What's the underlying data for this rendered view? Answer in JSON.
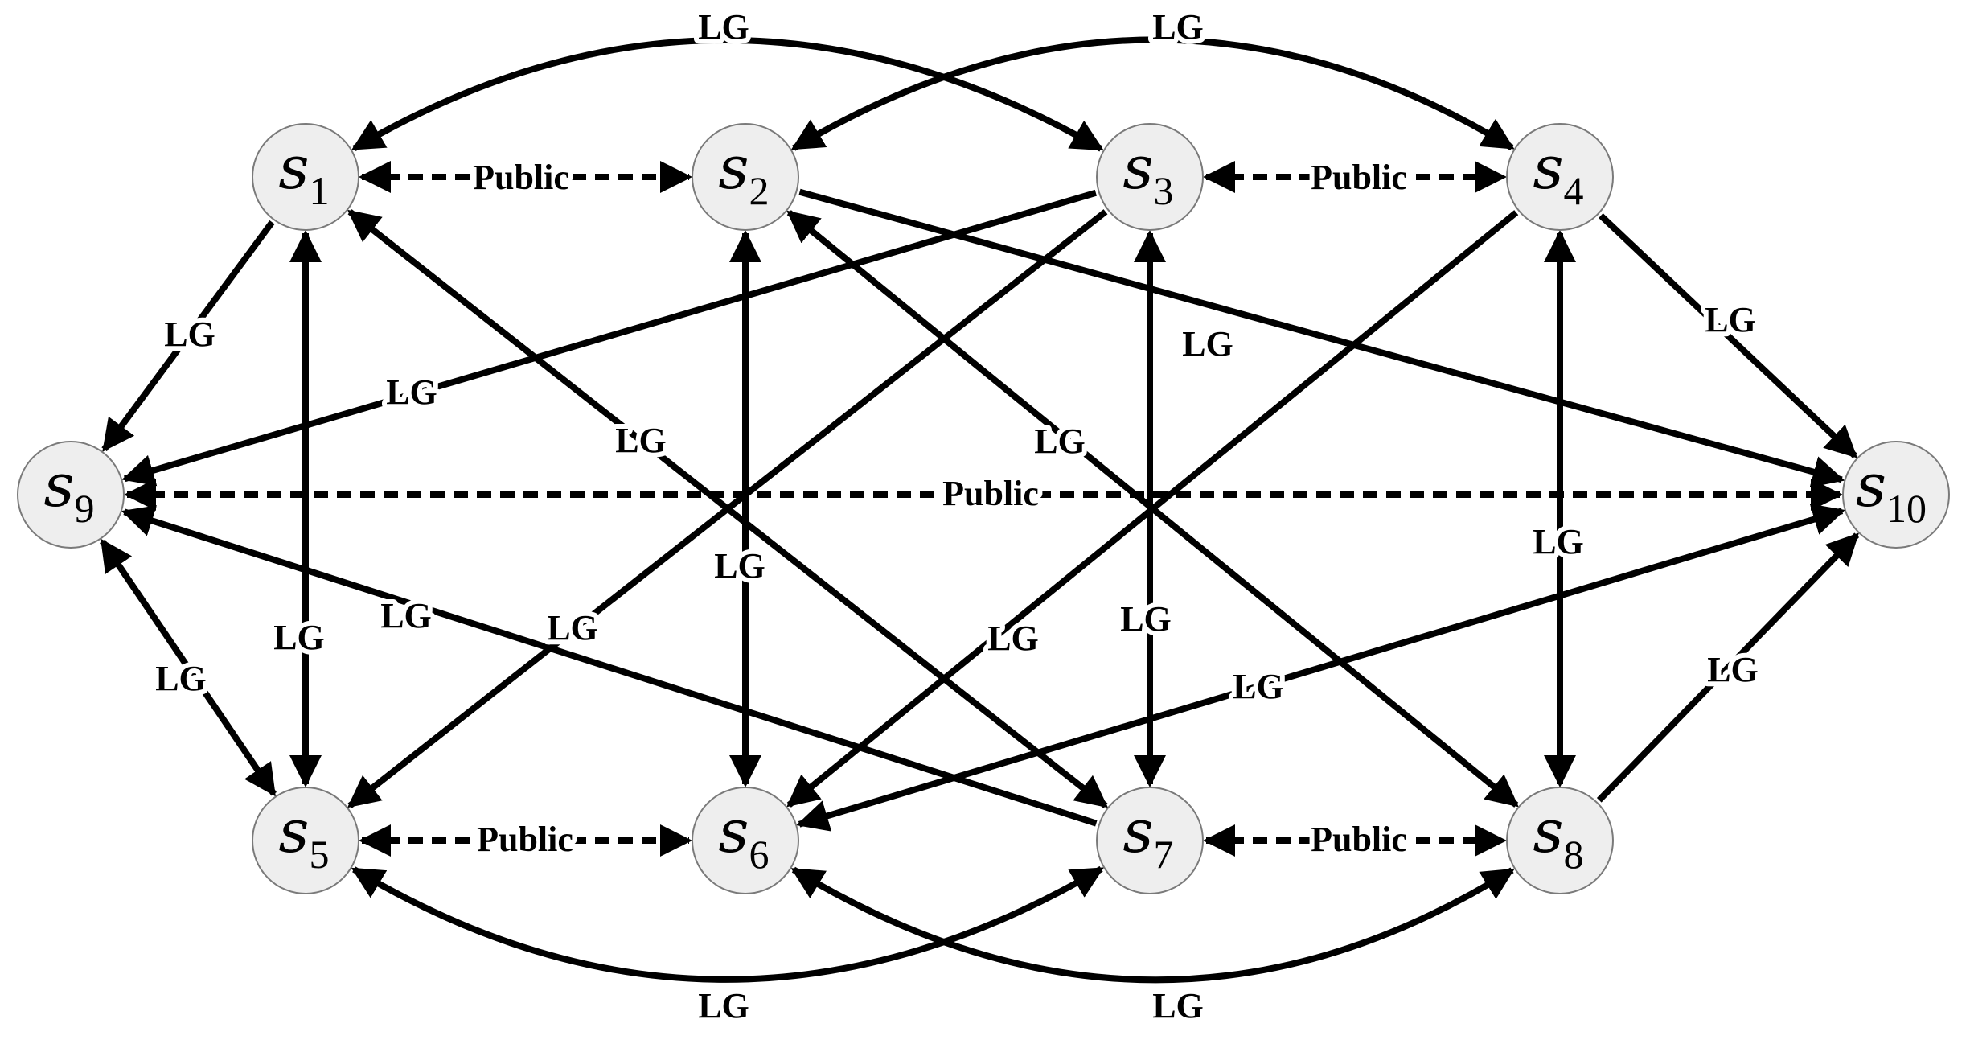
{
  "nodes": [
    {
      "id": "s1",
      "letter": "s",
      "index": "1"
    },
    {
      "id": "s2",
      "letter": "s",
      "index": "2"
    },
    {
      "id": "s3",
      "letter": "s",
      "index": "3"
    },
    {
      "id": "s4",
      "letter": "s",
      "index": "4"
    },
    {
      "id": "s5",
      "letter": "s",
      "index": "5"
    },
    {
      "id": "s6",
      "letter": "s",
      "index": "6"
    },
    {
      "id": "s7",
      "letter": "s",
      "index": "7"
    },
    {
      "id": "s8",
      "letter": "s",
      "index": "8"
    },
    {
      "id": "s9",
      "letter": "s",
      "index": "9"
    },
    {
      "id": "s10",
      "letter": "s",
      "index": "10"
    }
  ],
  "edges": [
    {
      "id": "e-s1-s2-public",
      "from": "s1",
      "to": "s2",
      "label": "Public",
      "style": "dashed",
      "arrows": "both"
    },
    {
      "id": "e-s3-s4-public",
      "from": "s3",
      "to": "s4",
      "label": "Public",
      "style": "dashed",
      "arrows": "both"
    },
    {
      "id": "e-s5-s6-public",
      "from": "s5",
      "to": "s6",
      "label": "Public",
      "style": "dashed",
      "arrows": "both"
    },
    {
      "id": "e-s7-s8-public",
      "from": "s7",
      "to": "s8",
      "label": "Public",
      "style": "dashed",
      "arrows": "both"
    },
    {
      "id": "e-s9-s10-public",
      "from": "s9",
      "to": "s10",
      "label": "Public",
      "style": "dashed",
      "arrows": "both"
    },
    {
      "id": "e-s1-s3-arc",
      "from": "s1",
      "to": "s3",
      "label": "LG",
      "style": "solid",
      "arrows": "both"
    },
    {
      "id": "e-s2-s4-arc",
      "from": "s2",
      "to": "s4",
      "label": "LG",
      "style": "solid",
      "arrows": "both"
    },
    {
      "id": "e-s5-s7-arc",
      "from": "s5",
      "to": "s7",
      "label": "LG",
      "style": "solid",
      "arrows": "both"
    },
    {
      "id": "e-s6-s8-arc",
      "from": "s6",
      "to": "s8",
      "label": "LG",
      "style": "solid",
      "arrows": "both"
    },
    {
      "id": "e-s1-s9",
      "from": "s1",
      "to": "s9",
      "label": "LG",
      "style": "solid",
      "arrows": "end"
    },
    {
      "id": "e-s3-s9",
      "from": "s3",
      "to": "s9",
      "label": "LG",
      "style": "solid",
      "arrows": "end"
    },
    {
      "id": "e-s7-s9",
      "from": "s7",
      "to": "s9",
      "label": "LG",
      "style": "solid",
      "arrows": "end"
    },
    {
      "id": "e-s9-s5",
      "from": "s9",
      "to": "s5",
      "label": "LG",
      "style": "solid",
      "arrows": "both"
    },
    {
      "id": "e-s1-s5",
      "from": "s1",
      "to": "s5",
      "label": "LG",
      "style": "solid",
      "arrows": "both"
    },
    {
      "id": "e-s7-s1",
      "from": "s7",
      "to": "s1",
      "label": "LG",
      "style": "solid",
      "arrows": "both"
    },
    {
      "id": "e-s3-s5",
      "from": "s3",
      "to": "s5",
      "label": "LG",
      "style": "solid",
      "arrows": "end"
    },
    {
      "id": "e-s2-s6",
      "from": "s2",
      "to": "s6",
      "label": "LG",
      "style": "solid",
      "arrows": "both"
    },
    {
      "id": "e-s8-s2",
      "from": "s8",
      "to": "s2",
      "label": "LG",
      "style": "solid",
      "arrows": "both"
    },
    {
      "id": "e-s2-s10",
      "from": "s2",
      "to": "s10",
      "label": "LG",
      "style": "solid",
      "arrows": "end"
    },
    {
      "id": "e-s3-s7",
      "from": "s3",
      "to": "s7",
      "label": "LG",
      "style": "solid",
      "arrows": "both"
    },
    {
      "id": "e-s4-s6",
      "from": "s4",
      "to": "s6",
      "label": "LG",
      "style": "solid",
      "arrows": "end"
    },
    {
      "id": "e-s4-s8",
      "from": "s4",
      "to": "s8",
      "label": "LG",
      "style": "solid",
      "arrows": "both"
    },
    {
      "id": "e-s4-s10",
      "from": "s4",
      "to": "s10",
      "label": "LG",
      "style": "solid",
      "arrows": "end"
    },
    {
      "id": "e-s8-s10",
      "from": "s8",
      "to": "s10",
      "label": "LG",
      "style": "solid",
      "arrows": "end"
    },
    {
      "id": "e-s10-s6",
      "from": "s10",
      "to": "s6",
      "label": "LG",
      "style": "solid",
      "arrows": "both"
    }
  ]
}
